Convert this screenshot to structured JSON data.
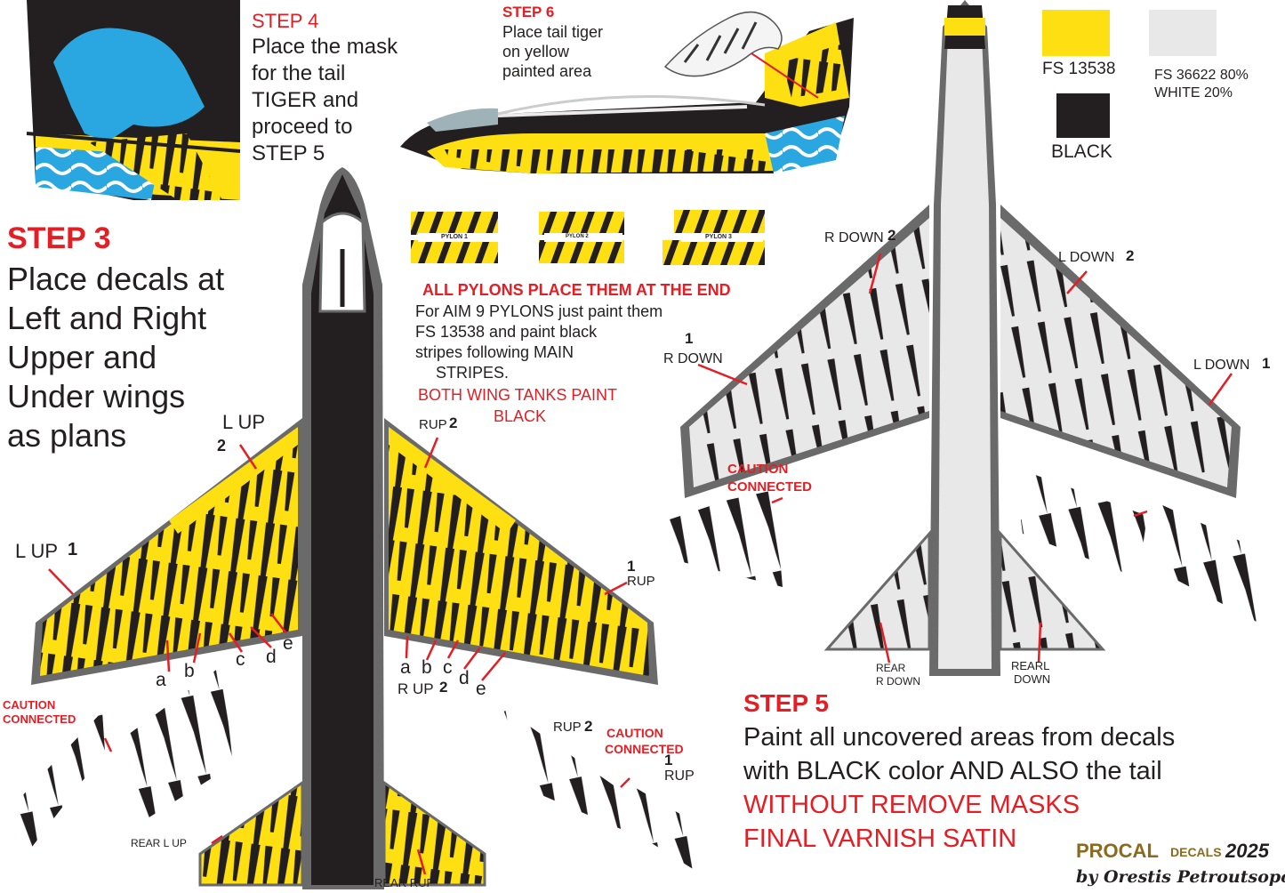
{
  "step3": {
    "title": "STEP 3",
    "lines": [
      "Place decals at",
      "Left and Right",
      "Upper and",
      "Under wings",
      "as plans"
    ]
  },
  "step4": {
    "title": "STEP 4",
    "lines": [
      "Place the mask",
      "for the tail",
      "TIGER and",
      "proceed to",
      "STEP 5"
    ]
  },
  "step6": {
    "title": "STEP 6",
    "lines": [
      "Place tail tiger",
      "on yellow",
      "painted area"
    ]
  },
  "step5": {
    "title": "STEP 5",
    "lines": [
      "Paint all uncovered areas from decals",
      "with BLACK color AND ALSO the tail"
    ],
    "red_lines": [
      "WITHOUT REMOVE MASKS",
      "FINAL VARNISH SATIN"
    ]
  },
  "colors": [
    {
      "name": "FS 13538",
      "hex": "#fddf12"
    },
    {
      "name": "FS 36622 80%",
      "name2": "WHITE 20%",
      "hex": "#e8e8e8"
    },
    {
      "name": "BLACK",
      "hex": "#231f20"
    }
  ],
  "pylons": {
    "labels": [
      "PYLON 1",
      "PYLON 2",
      "PYLON 3"
    ]
  },
  "notes": {
    "pylons_heading": "ALL PYLONS PLACE THEM AT THE END",
    "aim_lines": [
      "For AIM 9 PYLONS just paint them",
      "FS 13538 and paint black",
      "stripes following MAIN",
      "STRIPES."
    ],
    "tanks_lines": [
      "BOTH WING TANKS PAINT",
      "BLACK"
    ]
  },
  "labels": {
    "l_up": "L UP",
    "two": "2",
    "one": "1",
    "rup": "RUP",
    "r_up": "R UP",
    "r_down": "R DOWN",
    "l_down": "L DOWN",
    "rear": "REAR",
    "rear_r_down": "R DOWN",
    "rear_l": "REARL",
    "down": "DOWN",
    "rear_l_up": "REAR L UP",
    "rear_rup": "REAR RUP",
    "a": "a",
    "b": "b",
    "c": "c",
    "d": "d",
    "e": "e"
  },
  "caution": {
    "line1": "CAUTION",
    "line2": "CONNECTED"
  },
  "brand": {
    "name": "PROCAL",
    "sub": "DECALS",
    "year": "2025",
    "author": "by Orestis Petroutsopoulos"
  }
}
